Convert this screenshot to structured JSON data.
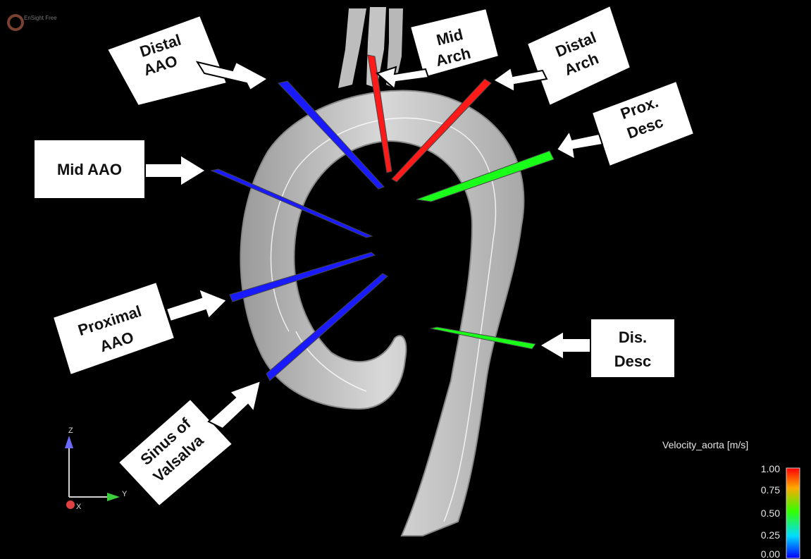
{
  "logo": {
    "text": "EnSight Free"
  },
  "labels": {
    "distal_aao": [
      "Distal",
      "AAO"
    ],
    "mid_arch": [
      "Mid",
      "Arch"
    ],
    "distal_arch": [
      "Distal",
      "Arch"
    ],
    "prox_desc": [
      "Prox.",
      "Desc"
    ],
    "mid_aao": [
      "Mid AAO"
    ],
    "proximal_aao": [
      "Proximal",
      "AAO"
    ],
    "dis_desc": [
      "Dis.",
      "Desc"
    ],
    "sinus_valsalva": [
      "Sinus of",
      "Valsalva"
    ]
  },
  "planes": [
    {
      "name": "Distal AAO",
      "velocity_color": "#1a1aff"
    },
    {
      "name": "Mid Arch",
      "velocity_color": "#ff1a1a"
    },
    {
      "name": "Distal Arch",
      "velocity_color": "#ff1a1a"
    },
    {
      "name": "Prox. Desc",
      "velocity_color": "#19ff19"
    },
    {
      "name": "Mid AAO",
      "velocity_color": "#1a1aff"
    },
    {
      "name": "Proximal AAO",
      "velocity_color": "#1a1aff"
    },
    {
      "name": "Dis. Desc",
      "velocity_color": "#19ff19"
    },
    {
      "name": "Sinus of Valsalva",
      "velocity_color": "#1a1aff"
    }
  ],
  "axes": {
    "z": "Z",
    "y": "Y",
    "x": "X"
  },
  "colorbar": {
    "title": "Velocity_aorta [m/s]",
    "ticks": [
      "1.00",
      "0.75",
      "0.50",
      "0.25",
      "0.00"
    ],
    "gradient": [
      "#ff0000",
      "#ffaa00",
      "#33ff00",
      "#00ddff",
      "#0000ff"
    ]
  }
}
